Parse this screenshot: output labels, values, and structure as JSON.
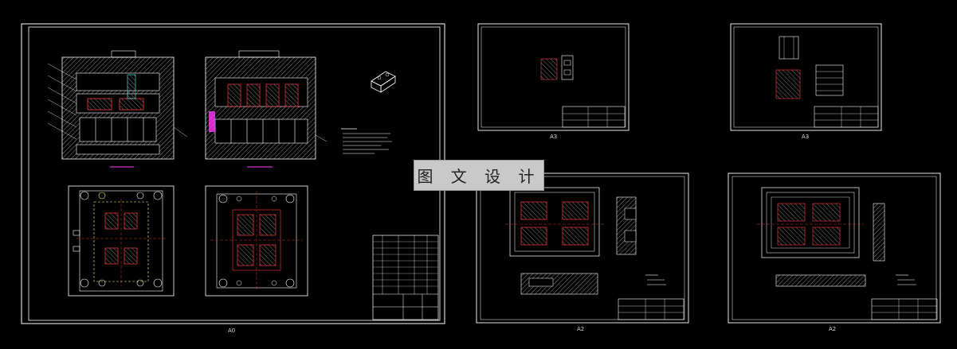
{
  "watermark": {
    "text": "图 文 设 计"
  },
  "sheets": [
    {
      "id": "main",
      "size_label": "A0"
    },
    {
      "id": "top-middle",
      "size_label": "A3"
    },
    {
      "id": "top-right",
      "size_label": "A3"
    },
    {
      "id": "bottom-middle",
      "size_label": "A2"
    },
    {
      "id": "bottom-right",
      "size_label": "A2"
    }
  ],
  "colors": {
    "background": "#000000",
    "frame": "#ffffff",
    "hatch": "#7f7f7f",
    "red_detail": "#ff3b3b",
    "magenta_detail": "#ff3bff",
    "yellow_detail": "#ffff55",
    "cyan_detail": "#55ffff"
  }
}
